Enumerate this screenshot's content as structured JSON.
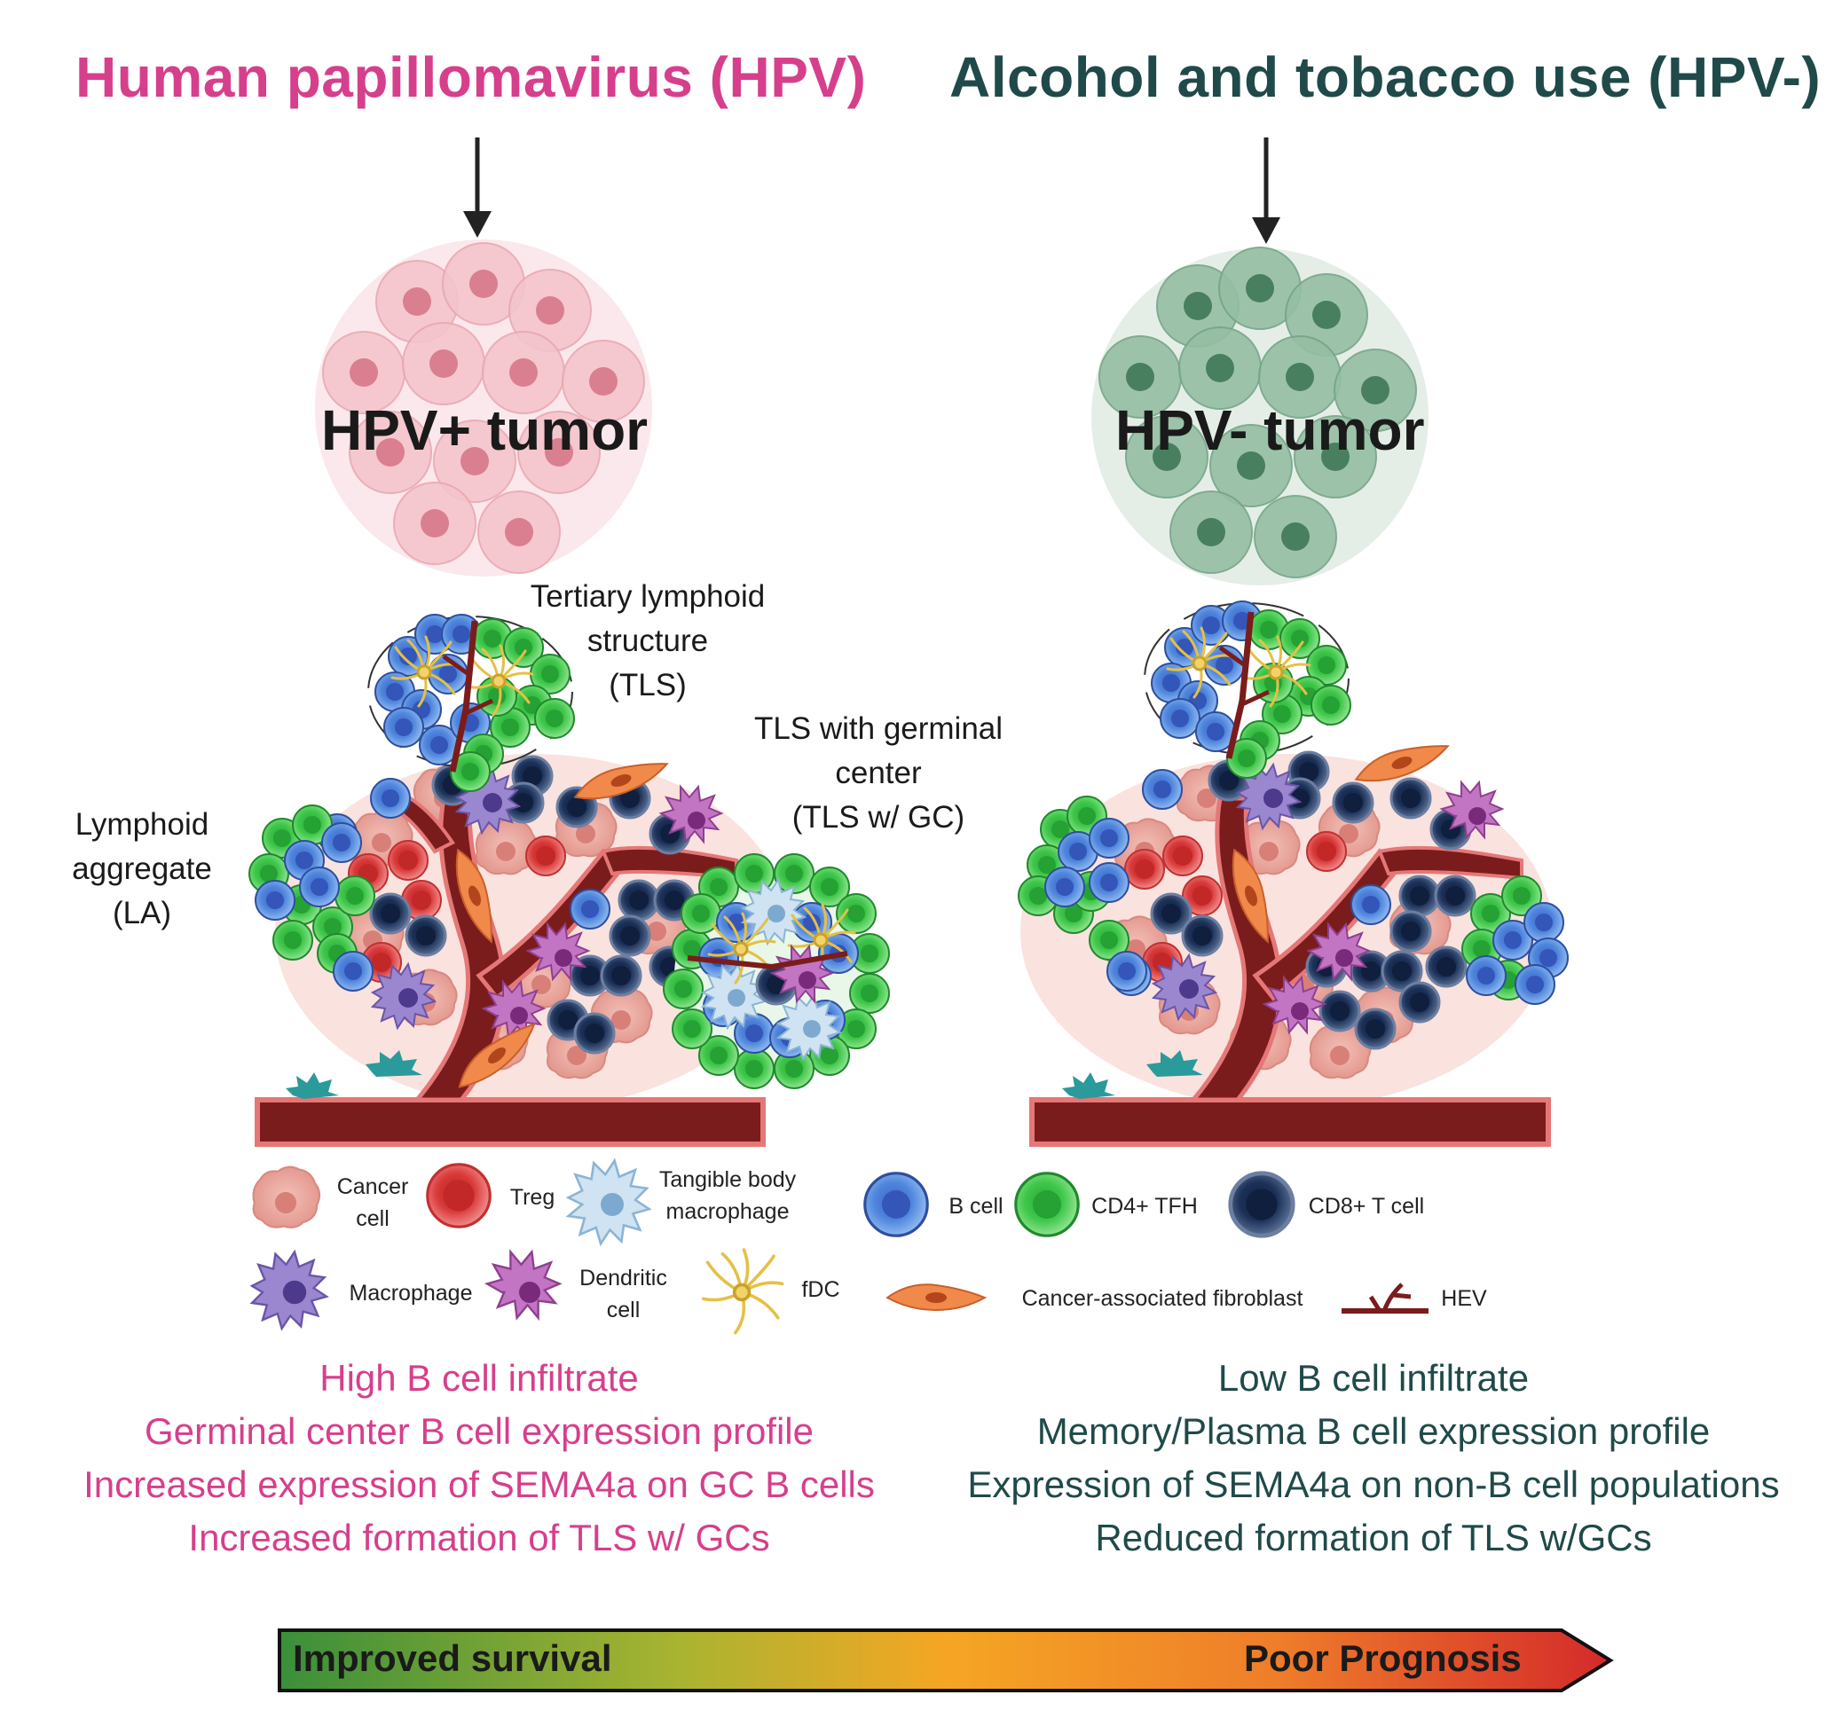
{
  "colors": {
    "hpv_pos": "#d63f8c",
    "hpv_neg": "#1f4a49",
    "b_cell": "#4a7fd6",
    "cd4_tfh": "#3ec74a",
    "cd8_t": "#1c3158",
    "treg": "#d93a3a",
    "cancer_cell": "#e8a39a",
    "vessel": "#7b1c1c"
  },
  "left": {
    "title": "Human papillomavirus (HPV)",
    "tumor_label": "HPV+ tumor",
    "annot_tls": [
      "Tertiary lymphoid",
      "structure",
      "(TLS)"
    ],
    "annot_gc": [
      "TLS  with germinal",
      "center",
      "(TLS w/ GC)"
    ],
    "annot_la": [
      "Lymphoid",
      "aggregate",
      "(LA)"
    ],
    "summary": [
      "High B cell infiltrate",
      "Germinal center B cell expression profile",
      "Increased expression of SEMA4a on GC B cells",
      "Increased formation of TLS  w/ GCs"
    ]
  },
  "right": {
    "title": "Alcohol and tobacco use (HPV-)",
    "tumor_label": "HPV- tumor",
    "summary": [
      "Low  B cell infiltrate",
      "Memory/Plasma B cell expression profile",
      "Expression of SEMA4a on non-B cell populations",
      "Reduced formation of TLS  w/GCs"
    ]
  },
  "legend": {
    "cancer_cell": [
      "Cancer",
      "cell"
    ],
    "treg": "Treg",
    "tangible_body_macrophage": [
      "Tangible body",
      "macrophage"
    ],
    "b_cell": "B cell",
    "cd4_tfh": "CD4+ TFH",
    "cd8_t_cell": "CD8+ T cell",
    "macrophage": "Macrophage",
    "dendritic_cell": [
      "Dendritic",
      "cell"
    ],
    "fdc": "fDC",
    "caf": "Cancer-associated fibroblast",
    "hev": "HEV"
  },
  "prognosis_bar": {
    "left_label": "Improved survival",
    "right_label": "Poor Prognosis"
  }
}
